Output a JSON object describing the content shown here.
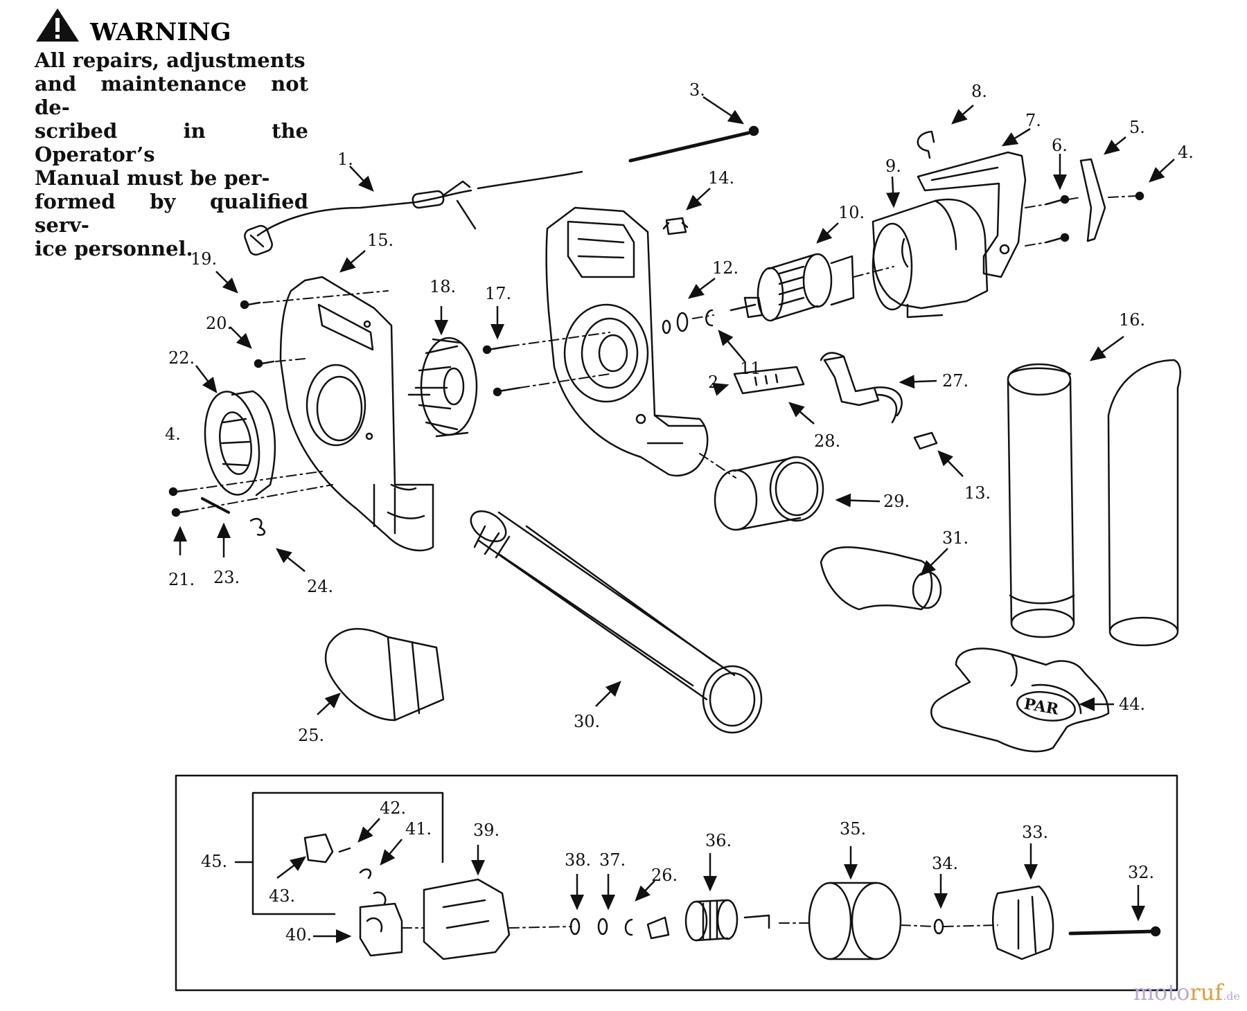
{
  "warning": {
    "title": "WARNING",
    "lines": [
      "All repairs, adjustments",
      "and maintenance not de-",
      "scribed in the Operator’s",
      "Manual must be per-",
      "formed by qualified serv-",
      "ice personnel."
    ]
  },
  "callouts": [
    {
      "id": "1",
      "label": "1."
    },
    {
      "id": "2",
      "label": "2."
    },
    {
      "id": "3",
      "label": "3."
    },
    {
      "id": "4a",
      "label": "4."
    },
    {
      "id": "4b",
      "label": "4."
    },
    {
      "id": "5",
      "label": "5."
    },
    {
      "id": "6",
      "label": "6."
    },
    {
      "id": "7",
      "label": "7."
    },
    {
      "id": "8",
      "label": "8."
    },
    {
      "id": "9",
      "label": "9."
    },
    {
      "id": "10",
      "label": "10."
    },
    {
      "id": "11",
      "label": "11"
    },
    {
      "id": "12",
      "label": "12."
    },
    {
      "id": "13",
      "label": "13."
    },
    {
      "id": "14",
      "label": "14."
    },
    {
      "id": "15",
      "label": "15."
    },
    {
      "id": "16",
      "label": "16."
    },
    {
      "id": "17",
      "label": "17."
    },
    {
      "id": "18",
      "label": "18."
    },
    {
      "id": "19",
      "label": "19."
    },
    {
      "id": "20",
      "label": "20."
    },
    {
      "id": "21",
      "label": "21."
    },
    {
      "id": "22",
      "label": "22."
    },
    {
      "id": "23",
      "label": "23."
    },
    {
      "id": "24",
      "label": "24."
    },
    {
      "id": "25",
      "label": "25."
    },
    {
      "id": "26",
      "label": "26."
    },
    {
      "id": "27",
      "label": "27."
    },
    {
      "id": "28",
      "label": "28."
    },
    {
      "id": "29",
      "label": "29."
    },
    {
      "id": "30",
      "label": "30."
    },
    {
      "id": "31",
      "label": "31."
    },
    {
      "id": "32",
      "label": "32."
    },
    {
      "id": "33",
      "label": "33."
    },
    {
      "id": "34",
      "label": "34."
    },
    {
      "id": "35",
      "label": "35."
    },
    {
      "id": "36",
      "label": "36."
    },
    {
      "id": "37",
      "label": "37."
    },
    {
      "id": "38",
      "label": "38."
    },
    {
      "id": "39",
      "label": "39."
    },
    {
      "id": "40",
      "label": "40."
    },
    {
      "id": "41",
      "label": "41."
    },
    {
      "id": "42",
      "label": "42."
    },
    {
      "id": "43",
      "label": "43."
    },
    {
      "id": "44",
      "label": "44."
    },
    {
      "id": "45",
      "label": "45."
    }
  ],
  "part_text": {
    "bag_logo": "PAR"
  },
  "watermark": {
    "part1": "moto",
    "part2": "ruf",
    "part3": ".de"
  },
  "colors": {
    "ink": "#111111",
    "watermark_primary": "#b8a9d6",
    "watermark_accent": "#e39a3a"
  }
}
